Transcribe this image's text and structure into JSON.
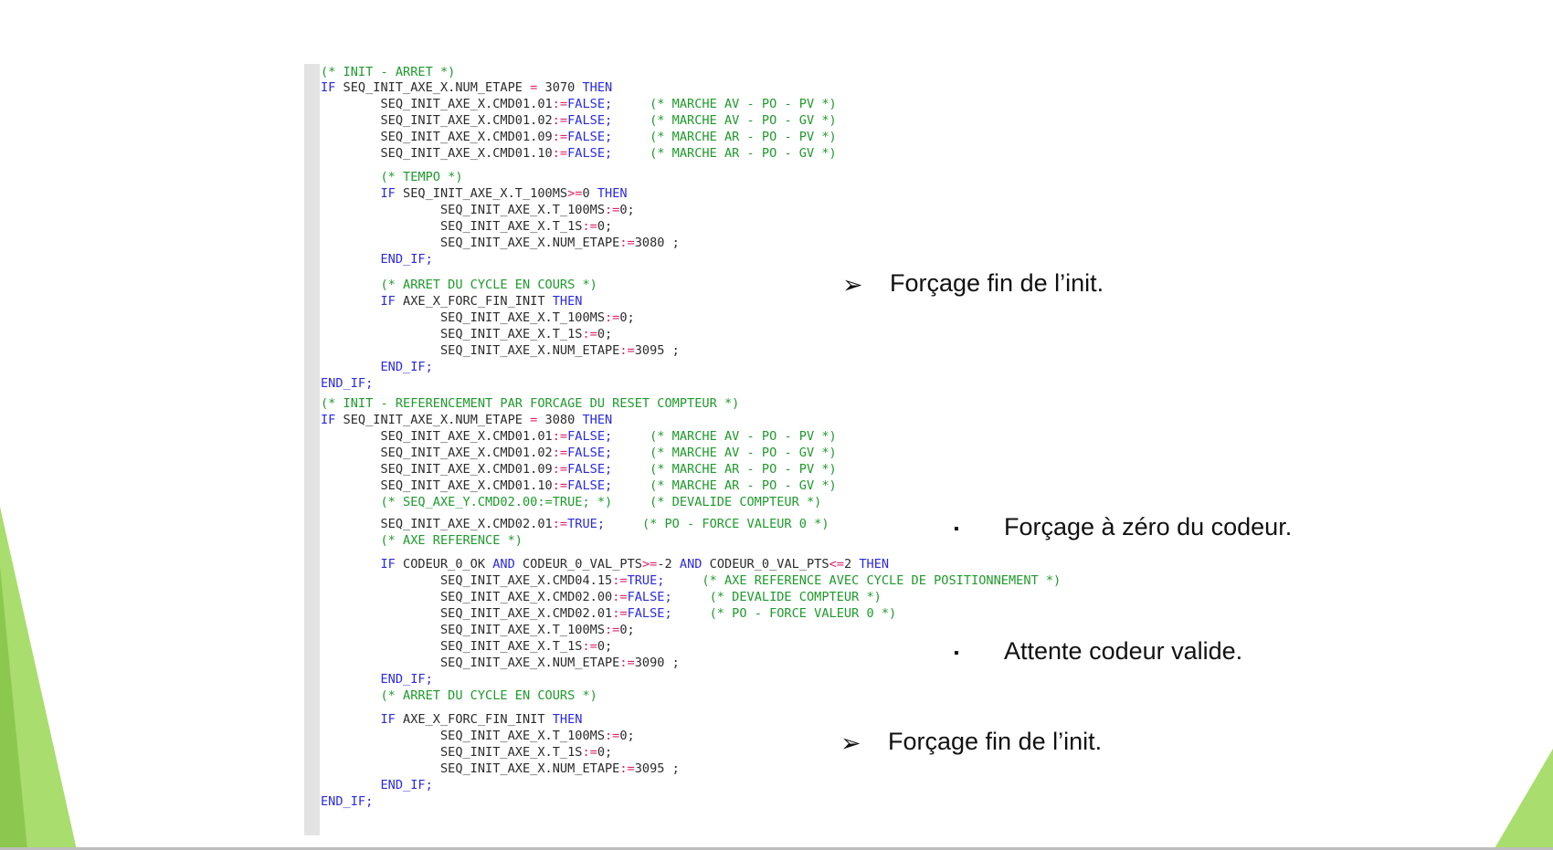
{
  "colors": {
    "keyword": "#2a2ae0",
    "operator": "#e0206a",
    "comment": "#1f9a2c",
    "identifier": "#2b2b2b",
    "deco_green_light": "#a9dd6e",
    "deco_green_dark": "#8cc84f",
    "gutter": "#e3e3e3"
  },
  "code": {
    "lines": [
      [
        [
          "(* INIT - ARRET *)",
          "cm"
        ]
      ],
      [
        [
          "IF",
          "kw"
        ],
        [
          " SEQ_INIT_AXE_X.NUM_ETAPE ",
          "id"
        ],
        [
          "=",
          "op"
        ],
        [
          " 3070 ",
          "id"
        ],
        [
          "THEN",
          "kw"
        ]
      ],
      [
        [
          "        SEQ_INIT_AXE_X.CMD01.01",
          "id"
        ],
        [
          ":=",
          "op"
        ],
        [
          "FALSE;",
          "bool"
        ],
        [
          "     ",
          "id"
        ],
        [
          "(* MARCHE AV - PO - PV *)",
          "cm"
        ]
      ],
      [
        [
          "        SEQ_INIT_AXE_X.CMD01.02",
          "id"
        ],
        [
          ":=",
          "op"
        ],
        [
          "FALSE;",
          "bool"
        ],
        [
          "     ",
          "id"
        ],
        [
          "(* MARCHE AV - PO - GV *)",
          "cm"
        ]
      ],
      [
        [
          "        SEQ_INIT_AXE_X.CMD01.09",
          "id"
        ],
        [
          ":=",
          "op"
        ],
        [
          "FALSE;",
          "bool"
        ],
        [
          "     ",
          "id"
        ],
        [
          "(* MARCHE AR - PO - PV *)",
          "cm"
        ]
      ],
      [
        [
          "        SEQ_INIT_AXE_X.CMD01.10",
          "id"
        ],
        [
          ":=",
          "op"
        ],
        [
          "FALSE;",
          "bool"
        ],
        [
          "     ",
          "id"
        ],
        [
          "(* MARCHE AR - PO - GV *)",
          "cm"
        ]
      ],
      [
        [
          "        (* TEMPO *)",
          "cm"
        ]
      ],
      [
        [
          "        IF",
          "kw"
        ],
        [
          " SEQ_INIT_AXE_X.T_100MS",
          "id"
        ],
        [
          ">=",
          "op"
        ],
        [
          "0 ",
          "id"
        ],
        [
          "THEN",
          "kw"
        ]
      ],
      [
        [
          "                SEQ_INIT_AXE_X.T_100MS",
          "id"
        ],
        [
          ":=",
          "op"
        ],
        [
          "0;",
          "id"
        ]
      ],
      [
        [
          "                SEQ_INIT_AXE_X.T_1S",
          "id"
        ],
        [
          ":=",
          "op"
        ],
        [
          "0;",
          "id"
        ]
      ],
      [
        [
          "                SEQ_INIT_AXE_X.NUM_ETAPE",
          "id"
        ],
        [
          ":=",
          "op"
        ],
        [
          "3080 ;",
          "id"
        ]
      ],
      [
        [
          "        END_IF;",
          "kw"
        ]
      ],
      [
        [
          "        (* ARRET DU CYCLE EN COURS *)",
          "cm"
        ]
      ],
      [
        [
          "        IF",
          "kw"
        ],
        [
          " AXE_X_FORC_FIN_INIT ",
          "id"
        ],
        [
          "THEN",
          "kw"
        ]
      ],
      [
        [
          "                SEQ_INIT_AXE_X.T_100MS",
          "id"
        ],
        [
          ":=",
          "op"
        ],
        [
          "0;",
          "id"
        ]
      ],
      [
        [
          "                SEQ_INIT_AXE_X.T_1S",
          "id"
        ],
        [
          ":=",
          "op"
        ],
        [
          "0;",
          "id"
        ]
      ],
      [
        [
          "                SEQ_INIT_AXE_X.NUM_ETAPE",
          "id"
        ],
        [
          ":=",
          "op"
        ],
        [
          "3095 ;",
          "id"
        ]
      ],
      [
        [
          "        END_IF;",
          "kw"
        ]
      ],
      [
        [
          "END_IF;",
          "kw"
        ]
      ],
      [
        [
          "(* INIT - REFERENCEMENT PAR FORCAGE DU RESET COMPTEUR *)",
          "cm"
        ]
      ],
      [
        [
          "IF",
          "kw"
        ],
        [
          " SEQ_INIT_AXE_X.NUM_ETAPE ",
          "id"
        ],
        [
          "=",
          "op"
        ],
        [
          " 3080 ",
          "id"
        ],
        [
          "THEN",
          "kw"
        ]
      ],
      [
        [
          "        SEQ_INIT_AXE_X.CMD01.01",
          "id"
        ],
        [
          ":=",
          "op"
        ],
        [
          "FALSE;",
          "bool"
        ],
        [
          "     ",
          "id"
        ],
        [
          "(* MARCHE AV - PO - PV *)",
          "cm"
        ]
      ],
      [
        [
          "        SEQ_INIT_AXE_X.CMD01.02",
          "id"
        ],
        [
          ":=",
          "op"
        ],
        [
          "FALSE;",
          "bool"
        ],
        [
          "     ",
          "id"
        ],
        [
          "(* MARCHE AV - PO - GV *)",
          "cm"
        ]
      ],
      [
        [
          "        SEQ_INIT_AXE_X.CMD01.09",
          "id"
        ],
        [
          ":=",
          "op"
        ],
        [
          "FALSE;",
          "bool"
        ],
        [
          "     ",
          "id"
        ],
        [
          "(* MARCHE AR - PO - PV *)",
          "cm"
        ]
      ],
      [
        [
          "        SEQ_INIT_AXE_X.CMD01.10",
          "id"
        ],
        [
          ":=",
          "op"
        ],
        [
          "FALSE;",
          "bool"
        ],
        [
          "     ",
          "id"
        ],
        [
          "(* MARCHE AR - PO - GV *)",
          "cm"
        ]
      ],
      [
        [
          "        (* SEQ_AXE_Y.CMD02.00:=TRUE; *)",
          "cm"
        ],
        [
          "     ",
          "id"
        ],
        [
          "(* DEVALIDE COMPTEUR *)",
          "cm"
        ]
      ],
      [
        [
          "        SEQ_INIT_AXE_X.CMD02.01",
          "id"
        ],
        [
          ":=",
          "op"
        ],
        [
          "TRUE;",
          "bool"
        ],
        [
          "     ",
          "id"
        ],
        [
          "(* PO - FORCE VALEUR 0 *)",
          "cm"
        ]
      ],
      [
        [
          "        (* AXE REFERENCE *)",
          "cm"
        ]
      ],
      [
        [
          "        IF",
          "kw"
        ],
        [
          " CODEUR_0_OK ",
          "id"
        ],
        [
          "AND",
          "kw"
        ],
        [
          " CODEUR_0_VAL_PTS",
          "id"
        ],
        [
          ">=",
          "op"
        ],
        [
          "-2 ",
          "id"
        ],
        [
          "AND",
          "kw"
        ],
        [
          " CODEUR_0_VAL_PTS",
          "id"
        ],
        [
          "<=",
          "op"
        ],
        [
          "2 ",
          "id"
        ],
        [
          "THEN",
          "kw"
        ]
      ],
      [
        [
          "                SEQ_INIT_AXE_X.CMD04.15",
          "id"
        ],
        [
          ":=",
          "op"
        ],
        [
          "TRUE;",
          "bool"
        ],
        [
          "     ",
          "id"
        ],
        [
          "(* AXE REFERENCE AVEC CYCLE DE POSITIONNEMENT *)",
          "cm"
        ]
      ],
      [
        [
          "                SEQ_INIT_AXE_X.CMD02.00",
          "id"
        ],
        [
          ":=",
          "op"
        ],
        [
          "FALSE;",
          "bool"
        ],
        [
          "     ",
          "id"
        ],
        [
          "(* DEVALIDE COMPTEUR *)",
          "cm"
        ]
      ],
      [
        [
          "                SEQ_INIT_AXE_X.CMD02.01",
          "id"
        ],
        [
          ":=",
          "op"
        ],
        [
          "FALSE;",
          "bool"
        ],
        [
          "     ",
          "id"
        ],
        [
          "(* PO - FORCE VALEUR 0 *)",
          "cm"
        ]
      ],
      [
        [
          "                SEQ_INIT_AXE_X.T_100MS",
          "id"
        ],
        [
          ":=",
          "op"
        ],
        [
          "0;",
          "id"
        ]
      ],
      [
        [
          "                SEQ_INIT_AXE_X.T_1S",
          "id"
        ],
        [
          ":=",
          "op"
        ],
        [
          "0;",
          "id"
        ]
      ],
      [
        [
          "                SEQ_INIT_AXE_X.NUM_ETAPE",
          "id"
        ],
        [
          ":=",
          "op"
        ],
        [
          "3090 ;",
          "id"
        ]
      ],
      [
        [
          "        END_IF;",
          "kw"
        ]
      ],
      [
        [
          "        (* ARRET DU CYCLE EN COURS *)",
          "cm"
        ]
      ],
      [
        [
          "        IF",
          "kw"
        ],
        [
          " AXE_X_FORC_FIN_INIT ",
          "id"
        ],
        [
          "THEN",
          "kw"
        ]
      ],
      [
        [
          "                SEQ_INIT_AXE_X.T_100MS",
          "id"
        ],
        [
          ":=",
          "op"
        ],
        [
          "0;",
          "id"
        ]
      ],
      [
        [
          "                SEQ_INIT_AXE_X.T_1S",
          "id"
        ],
        [
          ":=",
          "op"
        ],
        [
          "0;",
          "id"
        ]
      ],
      [
        [
          "                SEQ_INIT_AXE_X.NUM_ETAPE",
          "id"
        ],
        [
          ":=",
          "op"
        ],
        [
          "3095 ;",
          "id"
        ]
      ],
      [
        [
          "        END_IF;",
          "kw"
        ]
      ],
      [
        [
          "END_IF;",
          "kw"
        ]
      ]
    ]
  },
  "annotations": [
    {
      "marker": "➢",
      "text": "Forçage fin de l’init."
    },
    {
      "marker": "▪",
      "text": "Forçage à zéro du codeur."
    },
    {
      "marker": "▪",
      "text": "Attente codeur valide."
    },
    {
      "marker": "➢",
      "text": "Forçage fin de l’init."
    }
  ]
}
